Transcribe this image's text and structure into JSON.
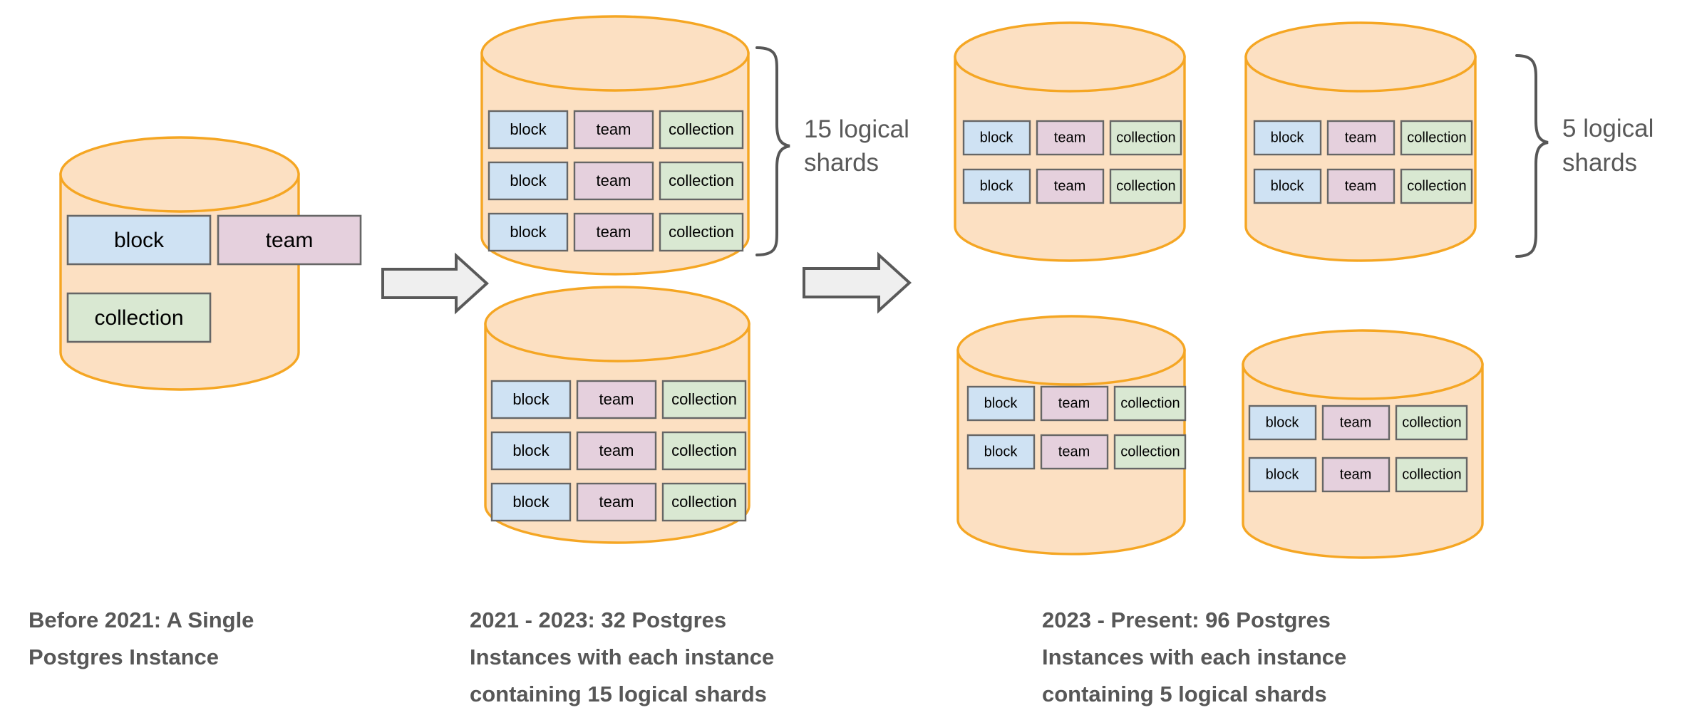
{
  "diagram": {
    "title": "Notion Postgres sharding evolution",
    "palette": {
      "background": "#ffffff",
      "cylinder_fill": "#fce0c2",
      "cylinder_stroke": "#f5a623",
      "block_fill": "#cfe2f3",
      "team_fill": "#e5d0dd",
      "collection_fill": "#d9e8d2",
      "shard_stroke": "#666666",
      "arrow_fill": "#efefef",
      "arrow_stroke": "#595959",
      "brace_stroke": "#575757",
      "caption_color": "#575757",
      "brace_label_color": "#595959"
    },
    "shard_names": {
      "block": "block",
      "team": "team",
      "collection": "collection"
    }
  },
  "stages": [
    {
      "id": "stage-1",
      "caption_lines": [
        "Before 2021: A Single",
        "Postgres Instance"
      ],
      "instances": [
        {
          "id": "instance-1-1",
          "layout": "single",
          "shards": [
            [
              "block",
              "team"
            ],
            [
              "collection"
            ]
          ]
        }
      ],
      "brace": null
    },
    {
      "id": "stage-2",
      "caption_lines": [
        "2021 - 2023: 32 Postgres",
        "Instances with each instance",
        "containing 15 logical shards"
      ],
      "instances": [
        {
          "id": "instance-2-1",
          "layout": "grid-3x3",
          "rows": [
            [
              "block",
              "team",
              "collection"
            ],
            [
              "block",
              "team",
              "collection"
            ],
            [
              "block",
              "team",
              "collection"
            ]
          ]
        },
        {
          "id": "instance-2-2",
          "layout": "grid-3x3",
          "rows": [
            [
              "block",
              "team",
              "collection"
            ],
            [
              "block",
              "team",
              "collection"
            ],
            [
              "block",
              "team",
              "collection"
            ]
          ]
        }
      ],
      "brace": {
        "label_lines": [
          "15 logical",
          "shards"
        ],
        "count": 15,
        "unit": "logical shards"
      }
    },
    {
      "id": "stage-3",
      "caption_lines": [
        "2023 - Present: 96 Postgres",
        "Instances with each instance",
        "containing 5 logical shards"
      ],
      "instances": [
        {
          "id": "instance-3-1",
          "layout": "grid-2x3",
          "rows": [
            [
              "block",
              "team",
              "collection"
            ],
            [
              "block",
              "team",
              "collection"
            ]
          ]
        },
        {
          "id": "instance-3-2",
          "layout": "grid-2x3",
          "rows": [
            [
              "block",
              "team",
              "collection"
            ],
            [
              "block",
              "team",
              "collection"
            ]
          ]
        },
        {
          "id": "instance-3-3",
          "layout": "grid-2x3",
          "rows": [
            [
              "block",
              "team",
              "collection"
            ],
            [
              "block",
              "team",
              "collection"
            ]
          ]
        },
        {
          "id": "instance-3-4",
          "layout": "grid-2x3",
          "rows": [
            [
              "block",
              "team",
              "collection"
            ],
            [
              "block",
              "team",
              "collection"
            ]
          ]
        }
      ],
      "brace": {
        "label_lines": [
          "5 logical",
          "shards"
        ],
        "count": 5,
        "unit": "logical shards"
      }
    }
  ],
  "arrows": [
    {
      "id": "arrow-1",
      "name": "stage-1-to-stage-2-arrow",
      "direction": "right"
    },
    {
      "id": "arrow-2",
      "name": "stage-2-to-stage-3-arrow",
      "direction": "right"
    }
  ],
  "labels": {
    "s1_line1": "Before 2021: A Single",
    "s1_line2": "Postgres Instance",
    "s2_line1": "2021 - 2023: 32 Postgres",
    "s2_line2": "Instances with each instance",
    "s2_line3": "containing 15 logical shards",
    "s3_line1": "2023 - Present: 96 Postgres",
    "s3_line2": "Instances with each instance",
    "s3_line3": "containing 5 logical shards",
    "brace2_line1": "15 logical",
    "brace2_line2": "shards",
    "brace3_line1": "5 logical",
    "brace3_line2": "shards",
    "block": "block",
    "team": "team",
    "collection": "collection"
  }
}
